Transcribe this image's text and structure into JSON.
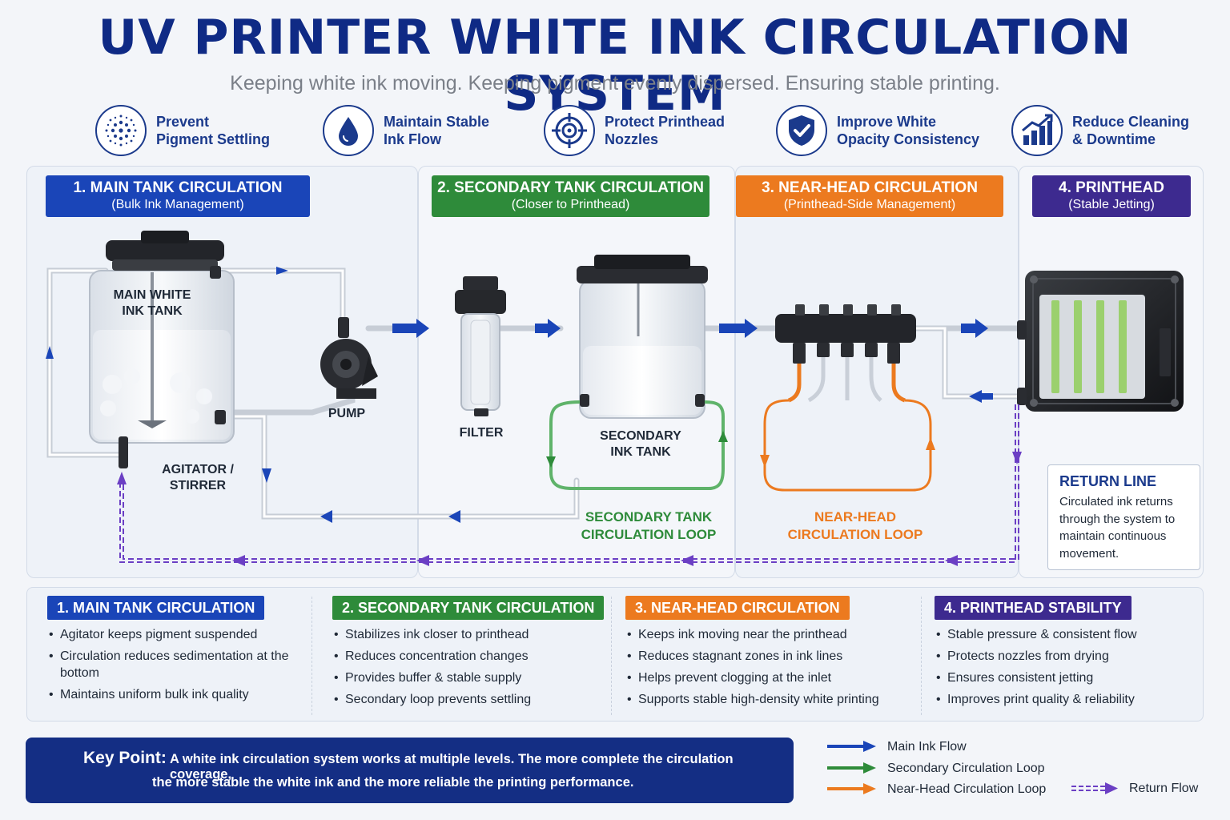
{
  "header": {
    "title": "UV PRINTER WHITE INK CIRCULATION SYSTEM",
    "subtitle": "Keeping white ink moving. Keeping pigment evenly dispersed. Ensuring stable printing."
  },
  "benefits": [
    {
      "line1": "Prevent",
      "line2": "Pigment Settling",
      "icon": "particles-icon"
    },
    {
      "line1": "Maintain Stable",
      "line2": "Ink Flow",
      "icon": "droplet-icon"
    },
    {
      "line1": "Protect Printhead",
      "line2": "Nozzles",
      "icon": "crosshair-icon"
    },
    {
      "line1": "Improve White",
      "line2": "Opacity Consistency",
      "icon": "shield-check-icon"
    },
    {
      "line1": "Reduce Cleaning",
      "line2": "& Downtime",
      "icon": "bar-chart-icon"
    }
  ],
  "stages": [
    {
      "title": "1. MAIN TANK CIRCULATION",
      "sub": "(Bulk Ink Management)",
      "color": "#1a45b8"
    },
    {
      "title": "2. SECONDARY TANK CIRCULATION",
      "sub": "(Closer to Printhead)",
      "color": "#2e8b3a"
    },
    {
      "title": "3. NEAR-HEAD CIRCULATION",
      "sub": "(Printhead-Side Management)",
      "color": "#ec7a1f"
    },
    {
      "title": "4. PRINTHEAD",
      "sub": "(Stable Jetting)",
      "color": "#3d2a8f"
    }
  ],
  "components": {
    "main_tank_line1": "MAIN WHITE",
    "main_tank_line2": "INK TANK",
    "pump": "PUMP",
    "agitator_line1": "AGITATOR /",
    "agitator_line2": "STIRRER",
    "filter": "FILTER",
    "secondary_tank_line1": "SECONDARY",
    "secondary_tank_line2": "INK TANK"
  },
  "loops": {
    "secondary_line1": "SECONDARY TANK",
    "secondary_line2": "CIRCULATION LOOP",
    "nearhead_line1": "NEAR-HEAD",
    "nearhead_line2": "CIRCULATION LOOP"
  },
  "return_line": {
    "title": "RETURN LINE",
    "desc": "Circulated ink returns through the system to maintain continuous movement."
  },
  "info": [
    {
      "title": "1. MAIN TANK CIRCULATION",
      "color": "#1a45b8",
      "items": [
        "Agitator keeps pigment suspended",
        "Circulation reduces sedimentation at the bottom",
        "Maintains uniform bulk ink quality"
      ]
    },
    {
      "title": "2. SECONDARY TANK CIRCULATION",
      "color": "#2e8b3a",
      "items": [
        "Stabilizes ink closer to printhead",
        "Reduces concentration changes",
        "Provides buffer & stable supply",
        "Secondary loop prevents settling"
      ]
    },
    {
      "title": "3. NEAR-HEAD CIRCULATION",
      "color": "#ec7a1f",
      "items": [
        "Keeps ink moving near the printhead",
        "Reduces stagnant zones in ink lines",
        "Helps prevent clogging at the inlet",
        "Supports stable high-density white printing"
      ]
    },
    {
      "title": "4. PRINTHEAD STABILITY",
      "color": "#3d2a8f",
      "items": [
        "Stable pressure & consistent flow",
        "Protects nozzles from drying",
        "Ensures consistent jetting",
        "Improves print quality & reliability"
      ]
    }
  ],
  "key_point": {
    "label": "Key Point:",
    "line1": "A white ink circulation system works at multiple levels. The more complete the circulation coverage,",
    "line2": "the more stable the white ink and the more reliable the printing performance."
  },
  "legend": [
    {
      "label": "Main Ink Flow",
      "color": "#1a45b8"
    },
    {
      "label": "Secondary Circulation Loop",
      "color": "#2e8b3a"
    },
    {
      "label": "Near-Head Circulation Loop",
      "color": "#ec7a1f"
    },
    {
      "label": "Return Flow",
      "color": "#6b3fc4"
    }
  ],
  "colors": {
    "title": "#0f2a85",
    "main_flow": "#1a45b8",
    "secondary": "#2e8b3a",
    "nearhead": "#ec7a1f",
    "return": "#6b3fc4",
    "keypoint_bg": "#142e84"
  }
}
